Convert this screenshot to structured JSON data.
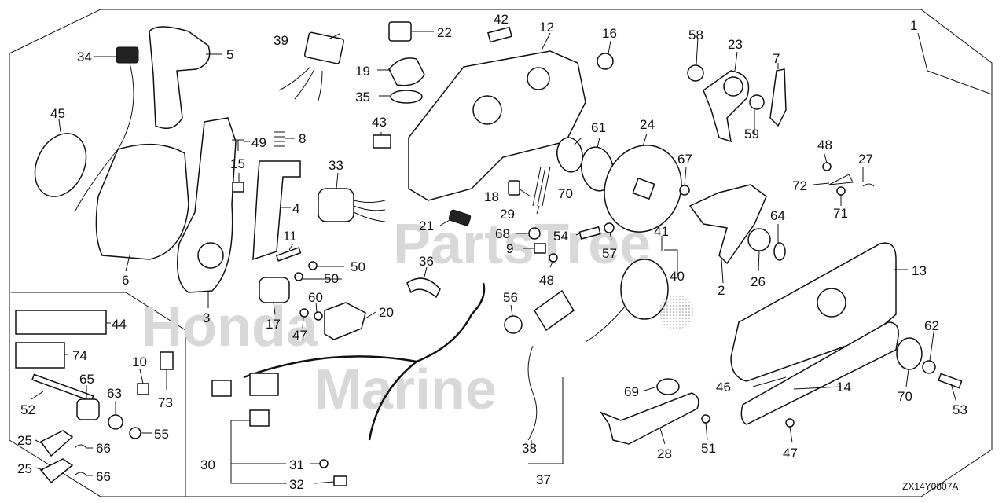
{
  "watermark": {
    "line1": "PartsTree",
    "line2": "Honda",
    "line3": "Marine"
  },
  "diagram_code": "ZX14Y0807A",
  "parts": [
    {
      "id": "p1",
      "num": "1"
    },
    {
      "id": "p2",
      "num": "2"
    },
    {
      "id": "p3",
      "num": "3"
    },
    {
      "id": "p4",
      "num": "4"
    },
    {
      "id": "p5",
      "num": "5"
    },
    {
      "id": "p6",
      "num": "6"
    },
    {
      "id": "p7",
      "num": "7"
    },
    {
      "id": "p8",
      "num": "8"
    },
    {
      "id": "p9",
      "num": "9"
    },
    {
      "id": "p10",
      "num": "10"
    },
    {
      "id": "p11",
      "num": "11"
    },
    {
      "id": "p12",
      "num": "12"
    },
    {
      "id": "p13",
      "num": "13"
    },
    {
      "id": "p14",
      "num": "14"
    },
    {
      "id": "p15",
      "num": "15"
    },
    {
      "id": "p16",
      "num": "16"
    },
    {
      "id": "p17",
      "num": "17"
    },
    {
      "id": "p18",
      "num": "18"
    },
    {
      "id": "p19",
      "num": "19"
    },
    {
      "id": "p20",
      "num": "20"
    },
    {
      "id": "p21",
      "num": "21"
    },
    {
      "id": "p22",
      "num": "22"
    },
    {
      "id": "p23",
      "num": "23"
    },
    {
      "id": "p24",
      "num": "24"
    },
    {
      "id": "p25a",
      "num": "25"
    },
    {
      "id": "p25b",
      "num": "25"
    },
    {
      "id": "p26",
      "num": "26"
    },
    {
      "id": "p27",
      "num": "27"
    },
    {
      "id": "p28",
      "num": "28"
    },
    {
      "id": "p29",
      "num": "29"
    },
    {
      "id": "p30",
      "num": "30"
    },
    {
      "id": "p31",
      "num": "31"
    },
    {
      "id": "p32",
      "num": "32"
    },
    {
      "id": "p33",
      "num": "33"
    },
    {
      "id": "p34",
      "num": "34"
    },
    {
      "id": "p35",
      "num": "35"
    },
    {
      "id": "p36",
      "num": "36"
    },
    {
      "id": "p37",
      "num": "37"
    },
    {
      "id": "p38",
      "num": "38"
    },
    {
      "id": "p39",
      "num": "39"
    },
    {
      "id": "p40",
      "num": "40"
    },
    {
      "id": "p41",
      "num": "41"
    },
    {
      "id": "p42",
      "num": "42"
    },
    {
      "id": "p43",
      "num": "43"
    },
    {
      "id": "p44",
      "num": "44"
    },
    {
      "id": "p45",
      "num": "45"
    },
    {
      "id": "p46",
      "num": "46"
    },
    {
      "id": "p47a",
      "num": "47"
    },
    {
      "id": "p47b",
      "num": "47"
    },
    {
      "id": "p48a",
      "num": "48"
    },
    {
      "id": "p48b",
      "num": "48"
    },
    {
      "id": "p49",
      "num": "49"
    },
    {
      "id": "p50a",
      "num": "50"
    },
    {
      "id": "p50b",
      "num": "50"
    },
    {
      "id": "p51",
      "num": "51"
    },
    {
      "id": "p52",
      "num": "52"
    },
    {
      "id": "p53",
      "num": "53"
    },
    {
      "id": "p54",
      "num": "54"
    },
    {
      "id": "p55",
      "num": "55"
    },
    {
      "id": "p56",
      "num": "56"
    },
    {
      "id": "p57",
      "num": "57"
    },
    {
      "id": "p58",
      "num": "58"
    },
    {
      "id": "p59",
      "num": "59"
    },
    {
      "id": "p60",
      "num": "60"
    },
    {
      "id": "p61",
      "num": "61"
    },
    {
      "id": "p62",
      "num": "62"
    },
    {
      "id": "p63",
      "num": "63"
    },
    {
      "id": "p64",
      "num": "64"
    },
    {
      "id": "p65",
      "num": "65"
    },
    {
      "id": "p66a",
      "num": "66"
    },
    {
      "id": "p66b",
      "num": "66"
    },
    {
      "id": "p67",
      "num": "67"
    },
    {
      "id": "p68",
      "num": "68"
    },
    {
      "id": "p69",
      "num": "69"
    },
    {
      "id": "p70a",
      "num": "70"
    },
    {
      "id": "p70b",
      "num": "70"
    },
    {
      "id": "p71",
      "num": "71"
    },
    {
      "id": "p72",
      "num": "72"
    },
    {
      "id": "p73",
      "num": "73"
    },
    {
      "id": "p74",
      "num": "74"
    }
  ]
}
